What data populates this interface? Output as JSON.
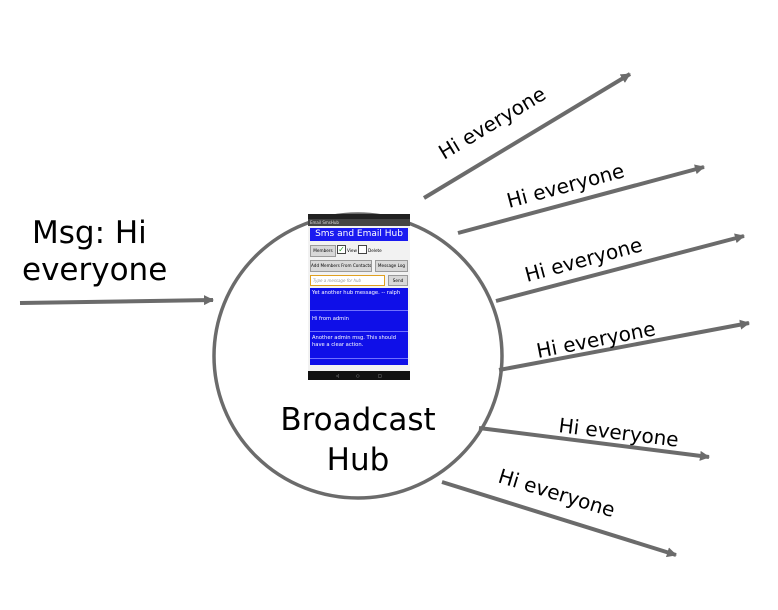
{
  "input": {
    "text_line1": "Msg: Hi",
    "text_line2": "everyone"
  },
  "hub": {
    "label_line1": "Broadcast",
    "label_line2": "Hub"
  },
  "outputs": [
    {
      "label": "Hi everyone"
    },
    {
      "label": "Hi everyone"
    },
    {
      "label": "Hi everyone"
    },
    {
      "label": "Hi everyone"
    },
    {
      "label": "Hi everyone"
    },
    {
      "label": "Hi everyone"
    }
  ],
  "phone": {
    "appbar_title": "Email SmsHub",
    "title": "Sms and Email Hub",
    "members_button": "Members",
    "view_label": "View",
    "delete_label": "Delete",
    "add_members_button": "Add Members From Contacts",
    "message_log_button": "Message Log",
    "message_placeholder": "Type a message for hub",
    "send_button": "Send",
    "messages": [
      "Yet another hub message. -- ralph",
      "Hi from admin",
      "Another admin msg. This should have a clear action."
    ],
    "nav_back": "◁",
    "nav_home": "○",
    "nav_recent": "□"
  },
  "colors": {
    "stroke": "#6b6b6b",
    "title_bar": "#1a1af0",
    "message_list": "#0f0fe8"
  }
}
